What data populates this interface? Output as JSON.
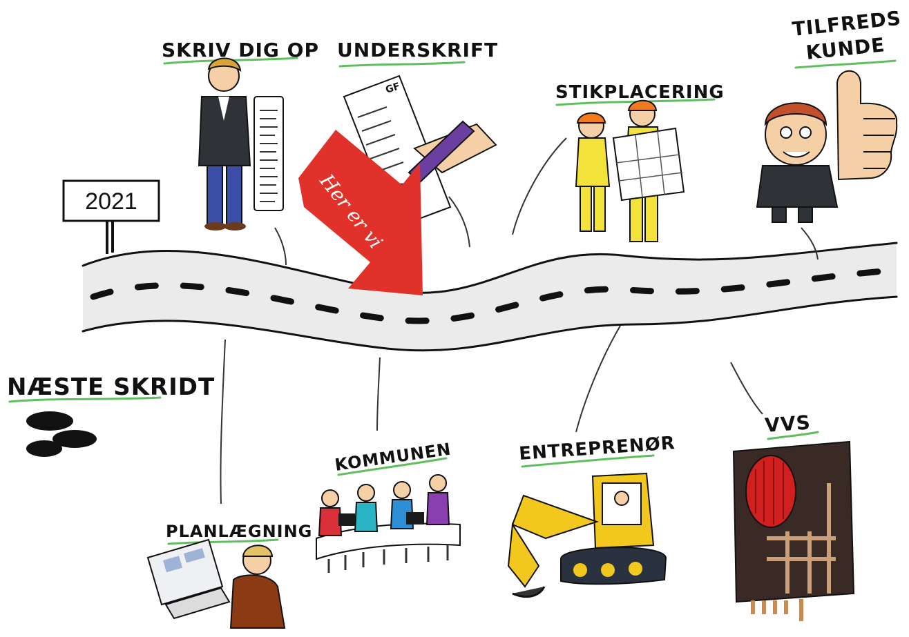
{
  "sign": {
    "year": "2021"
  },
  "marker": {
    "label": "Her er vi"
  },
  "heading": {
    "label": "NÆSTE SKRIDT"
  },
  "steps_above": [
    {
      "label": "SKRIV DIG OP"
    },
    {
      "label": "UNDERSKRIFT"
    },
    {
      "label": "STIKPLACERING"
    },
    {
      "label_line1": "TILFREDS",
      "label_line2": "KUNDE"
    }
  ],
  "steps_below": [
    {
      "label": "PLANLÆGNING"
    },
    {
      "label": "KOMMUNEN"
    },
    {
      "label": "ENTREPRENØR"
    },
    {
      "label": "VVS"
    }
  ],
  "document": {
    "mark": "GF"
  },
  "colors": {
    "road": "#ebebeb",
    "underline": "#5fbf5f",
    "marker": "#e0322b",
    "excavator": "#f2c81e",
    "worker_orange": "#f07a1e",
    "worker_yellow": "#f3e23a",
    "vvs_red": "#d21f1f"
  }
}
